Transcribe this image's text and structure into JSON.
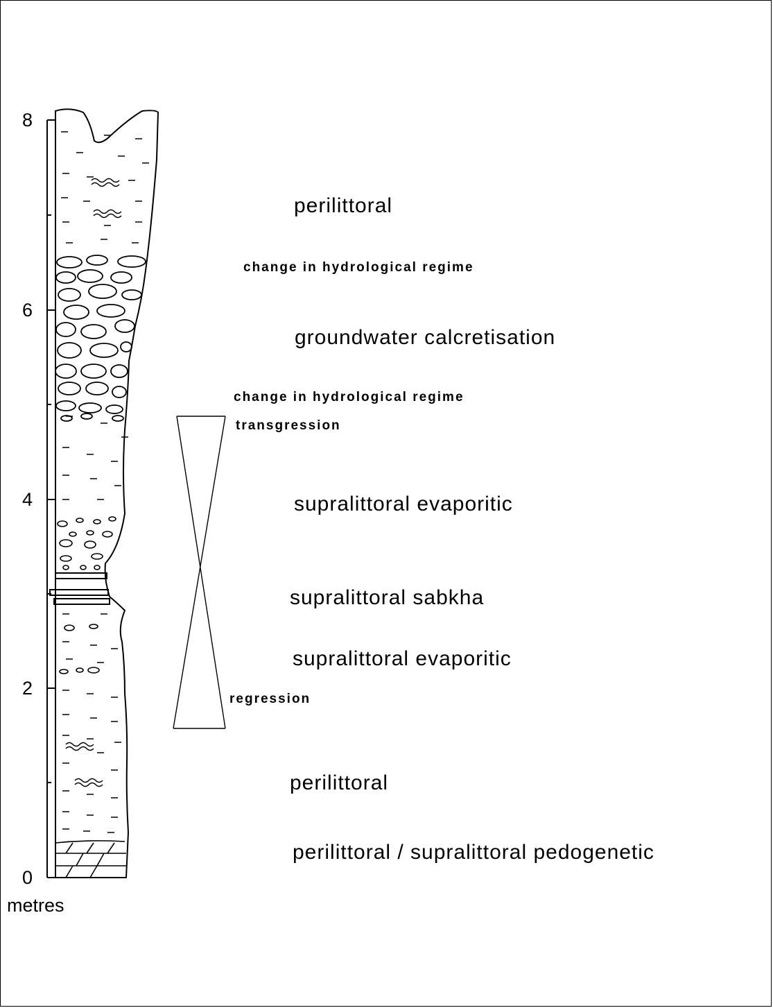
{
  "axis": {
    "ticks": [
      "8",
      "6",
      "4",
      "2",
      "0"
    ],
    "unit": "metres"
  },
  "facies": {
    "perilittoral_upper": "perilittoral",
    "calcretisation": "groundwater calcretisation",
    "evaporitic_upper": "supralittoral evaporitic",
    "sabkha": "supralittoral sabkha",
    "evaporitic_lower": "supralittoral evaporitic",
    "perilittoral_lower": "perilittoral",
    "pedogenetic": "perilittoral / supralittoral pedogenetic"
  },
  "events": {
    "regime_change_upper": "change in hydrological regime",
    "regime_change_lower": "change in hydrological regime",
    "transgression": "transgression",
    "regression": "regression"
  }
}
